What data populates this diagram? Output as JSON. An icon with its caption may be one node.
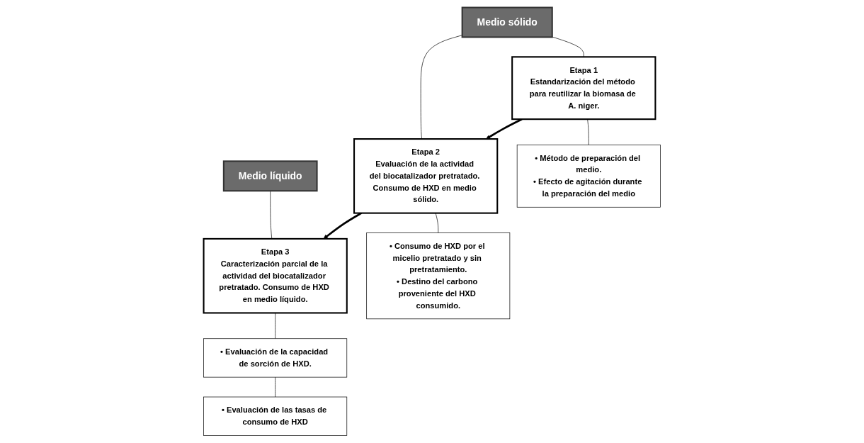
{
  "diagram": {
    "nodes": [
      {
        "text": [
          "Medio sólido"
        ]
      },
      {
        "text": [
          "Medio líquido"
        ]
      },
      {
        "text": [
          "Etapa 1",
          "Estandarización del método para reutilizar la biomasa de A. niger."
        ]
      },
      {
        "text": [
          "Etapa 2",
          "Evaluación de la actividad del biocatalizador pretratado. Consumo de HXD en medio sólido."
        ]
      },
      {
        "text": [
          "Etapa 3",
          "Caracterización parcial de la actividad del biocatalizador pretratado. Consumo de HXD en medio líquido."
        ]
      },
      {
        "text": [
          "• Método de preparación del medio.",
          "• Efecto de agitación durante la preparación del medio"
        ]
      },
      {
        "text": [
          "• Consumo de HXD por el micelio pretratado y sin pretratamiento.",
          "• Destino del carbono proveniente del HXD consumido."
        ]
      },
      {
        "text": [
          "• Evaluación de la capacidad de sorción de HXD."
        ]
      },
      {
        "text": [
          "• Evaluación de las tasas de consumo de HXD"
        ]
      }
    ],
    "edges": [
      {
        "from": 0,
        "to": 2,
        "arrow": "none"
      },
      {
        "from": 0,
        "to": 3,
        "arrow": "none"
      },
      {
        "from": 1,
        "to": 4,
        "arrow": "none"
      },
      {
        "from": 2,
        "to": 3,
        "arrow": "to",
        "style": "thick"
      },
      {
        "from": 3,
        "to": 4,
        "arrow": "to",
        "style": "thick"
      },
      {
        "from": 2,
        "to": 5,
        "arrow": "none"
      },
      {
        "from": 3,
        "to": 6,
        "arrow": "none"
      },
      {
        "from": 4,
        "to": 7,
        "arrow": "none"
      },
      {
        "from": 7,
        "to": 8,
        "arrow": "none"
      }
    ]
  }
}
